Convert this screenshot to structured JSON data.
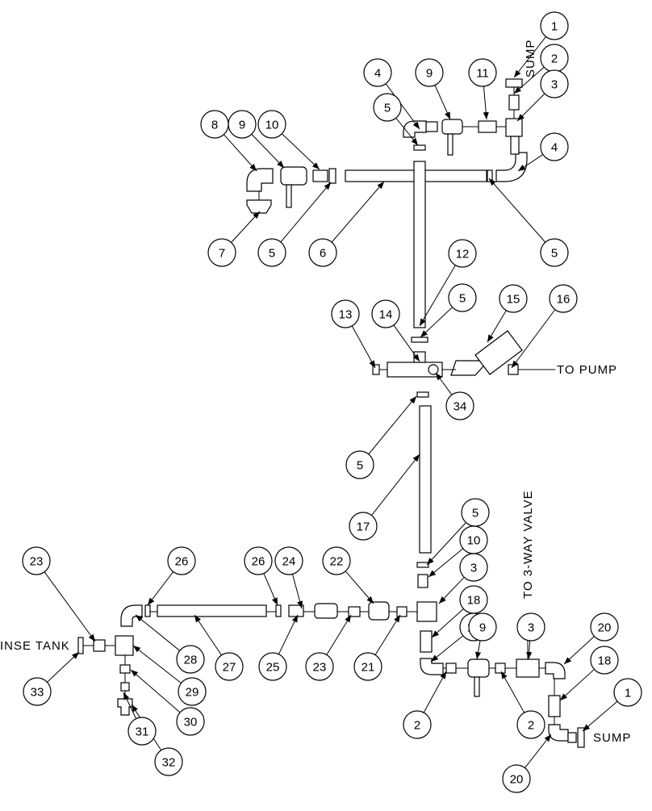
{
  "diagram": {
    "labels": {
      "sump_top": "SUMP",
      "sump_bottom": "SUMP",
      "to_pump": "TO PUMP",
      "to_valve": "TO 3-WAY VALVE",
      "rinse_tank": "INSE TANK"
    },
    "callouts": [
      "1",
      "2",
      "3",
      "4",
      "9",
      "11",
      "5",
      "8",
      "9",
      "10",
      "4",
      "7",
      "5",
      "6",
      "5",
      "12",
      "13",
      "14",
      "5",
      "15",
      "16",
      "34",
      "5",
      "17",
      "5",
      "10",
      "23",
      "26",
      "26",
      "24",
      "22",
      "3",
      "18",
      "28",
      "27",
      "25",
      "23",
      "21",
      "19",
      "9",
      "3",
      "20",
      "33",
      "29",
      "30",
      "31",
      "32",
      "2",
      "2",
      "18",
      "1",
      "20"
    ]
  }
}
